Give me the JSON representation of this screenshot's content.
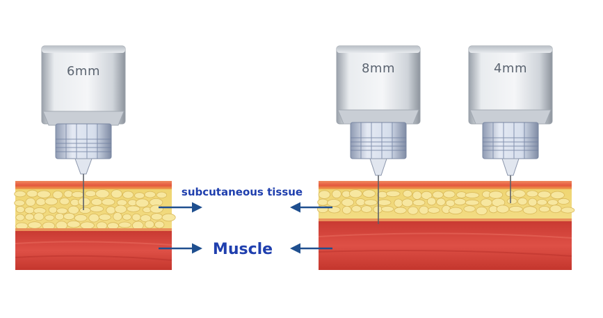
{
  "needles": {
    "left": {
      "length_label": "6mm"
    },
    "middle": {
      "length_label": "8mm"
    },
    "right": {
      "length_label": "4mm"
    }
  },
  "labels": {
    "subcutaneous": "subcutaneous tissue",
    "muscle": "Muscle"
  },
  "colors": {
    "label_text": "#1f3fae",
    "arrow": "#1f4f8f",
    "fat": "#f4e08a",
    "fat_cell": "#f7e7a0",
    "muscle": "#d9443a",
    "skin": "#e86a4c",
    "needle_cap": "#d9dde3",
    "hub": "#c9d3e6"
  }
}
